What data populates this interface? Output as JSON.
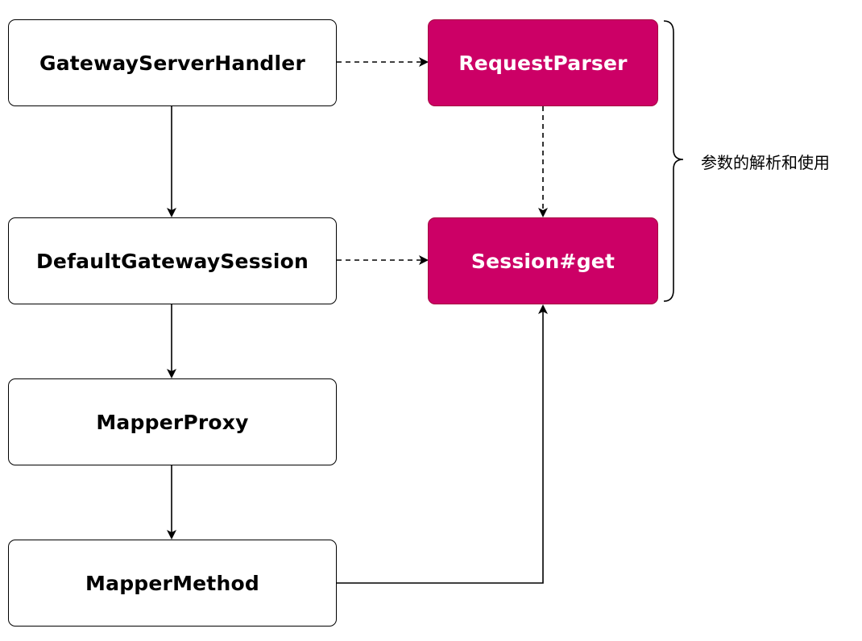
{
  "nodes": {
    "gateway_server_handler": "GatewayServerHandler",
    "default_gateway_session": "DefaultGatewaySession",
    "mapper_proxy": "MapperProxy",
    "mapper_method": "MapperMethod",
    "request_parser": "RequestParser",
    "session_get": "Session#get"
  },
  "brace_label": "参数的解析和使用",
  "colors": {
    "accent_fill": "#cc0066",
    "accent_border": "#a50040",
    "line": "#000000"
  }
}
